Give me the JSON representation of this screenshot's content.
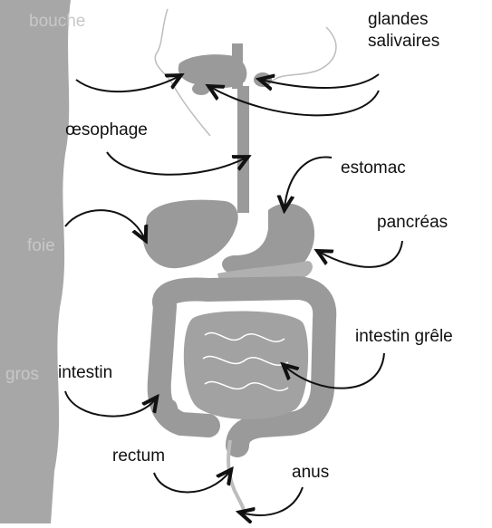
{
  "labels": {
    "bouche": "bouche",
    "glandes_salivaires_line1": "glandes",
    "glandes_salivaires_line2": "salivaires",
    "oesophage": "œsophage",
    "estomac": "estomac",
    "foie": "foie",
    "pancreas": "pancréas",
    "intestin_grele": "intestin grêle",
    "gros_intestin_prefix": "gros",
    "gros_intestin_word": "intestin",
    "rectum": "rectum",
    "anus": "anus"
  },
  "colors": {
    "organ_fill": "#9a9a9a",
    "side_band": "#a7a7a7",
    "arrow": "#111111",
    "outline": "#bdbdbd"
  }
}
